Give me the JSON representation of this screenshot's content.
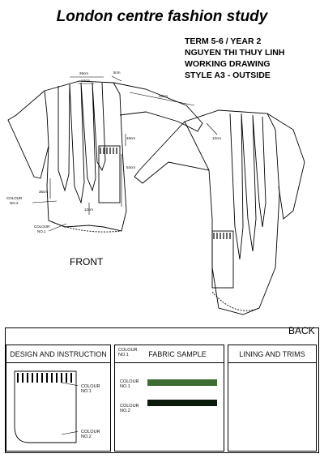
{
  "header": {
    "title": "London centre fashion study",
    "term": "TERM 5-6 / YEAR 2",
    "name": "NGUYEN THI THUY LINH",
    "doc_type": "WORKING DRAWING",
    "style": "STYLE A3 - OUTSIDE"
  },
  "drawing": {
    "front_label": "FRONT",
    "back_label": "BACK",
    "measurements": {
      "m1": "26cm",
      "m2": "14cm",
      "m3": "8cm",
      "m4": "48cm",
      "m5": "12cm",
      "m6": "54cm",
      "m7": "36cm",
      "m8": "18cm",
      "m9": "12cm"
    },
    "callouts": {
      "colour2_a": "COLOUR",
      "colour2_b": "NO.2",
      "colour1_a": "COLOUR",
      "colour1_b": "NO.1"
    }
  },
  "sheet": {
    "design": {
      "header": "DESIGN AND INSTRUCTION",
      "colour1_a": "COLOUR",
      "colour1_b": "NO.1",
      "colour2_a": "COLOUR",
      "colour2_b": "NO.2"
    },
    "fabric": {
      "header_prefix_a": "COLOUR",
      "header_prefix_b": "NO.1",
      "header": "FABRIC SAMPLE",
      "swatches": [
        {
          "label_a": "COLOUR",
          "label_b": "NO.1",
          "color": "#3d6b31"
        },
        {
          "label_a": "COLOUR",
          "label_b": "NO.2",
          "color": "#0b1a0b"
        }
      ]
    },
    "lining": {
      "header": "LINING AND TRIMS"
    }
  }
}
